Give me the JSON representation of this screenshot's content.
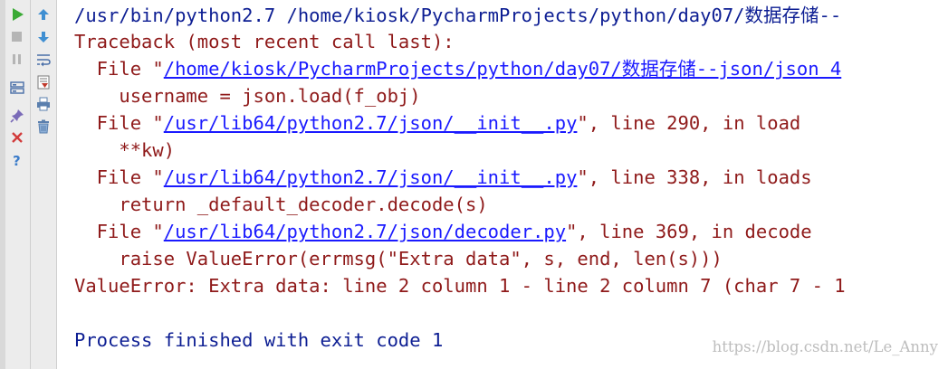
{
  "toolbar": {
    "primary": [
      {
        "name": "rerun",
        "icon": "play-icon"
      },
      {
        "name": "stop",
        "icon": "stop-icon"
      },
      {
        "name": "pause",
        "icon": "pause-icon"
      },
      {
        "name": "restore-layout",
        "icon": "layout-icon"
      },
      {
        "name": "pin-tab",
        "icon": "pin-icon"
      },
      {
        "name": "close",
        "icon": "close-icon"
      },
      {
        "name": "help",
        "icon": "help-icon"
      }
    ],
    "secondary": [
      {
        "name": "scroll-up",
        "icon": "arrow-up-icon"
      },
      {
        "name": "scroll-down",
        "icon": "arrow-down-icon"
      },
      {
        "name": "soft-wrap",
        "icon": "soft-wrap-icon"
      },
      {
        "name": "scroll-to-end",
        "icon": "scroll-to-end-icon"
      },
      {
        "name": "print",
        "icon": "print-icon"
      },
      {
        "name": "clear-all",
        "icon": "trash-icon"
      }
    ]
  },
  "console": {
    "command": "/usr/bin/python2.7 /home/kiosk/PycharmProjects/python/day07/数据存储--",
    "traceback_header": "Traceback (most recent call last):",
    "frames": [
      {
        "prefix": "  File \"",
        "path": "/home/kiosk/PycharmProjects/python/day07/数据存储--json/json 4",
        "suffix": "",
        "code": "    username = json.load(f_obj)"
      },
      {
        "prefix": "  File \"",
        "path": "/usr/lib64/python2.7/json/__init__.py",
        "suffix": "\", line 290, in load",
        "code": "    **kw)"
      },
      {
        "prefix": "  File \"",
        "path": "/usr/lib64/python2.7/json/__init__.py",
        "suffix": "\", line 338, in loads",
        "code": "    return _default_decoder.decode(s)"
      },
      {
        "prefix": "  File \"",
        "path": "/usr/lib64/python2.7/json/decoder.py",
        "suffix": "\", line 369, in decode",
        "code": "    raise ValueError(errmsg(\"Extra data\", s, end, len(s)))"
      }
    ],
    "error": "ValueError: Extra data: line 2 column 1 - line 2 column 7 (char 7 - 1",
    "exit_message": "Process finished with exit code 1"
  },
  "watermark": "https://blog.csdn.net/Le_Anny",
  "colors": {
    "command": "#0d1e93",
    "stderr": "#8f1a1a",
    "link": "#1a1aff",
    "stdout": "#0d1e93"
  }
}
